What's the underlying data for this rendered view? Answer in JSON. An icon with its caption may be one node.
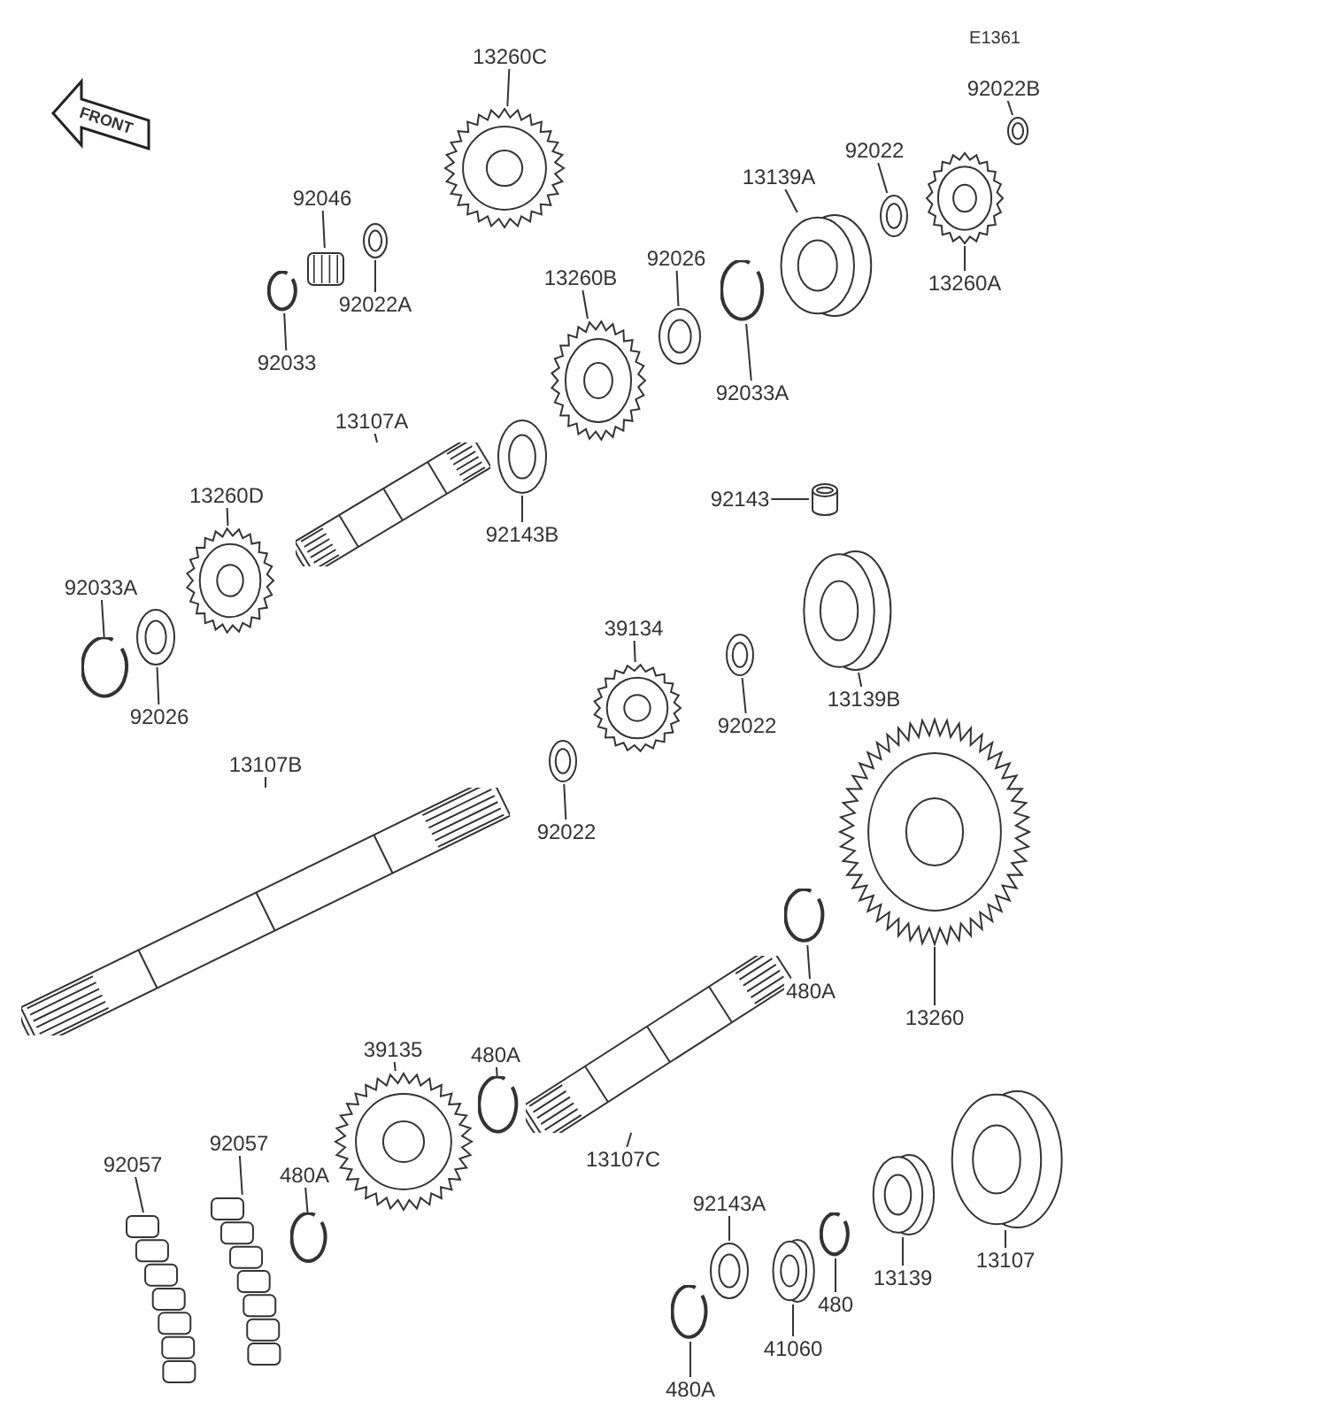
{
  "diagram": {
    "nodes": [
      {
        "text": [
          "13260C"
        ]
      },
      {
        "text": [],
        "shape": "picture"
      },
      {
        "text": [
          "92046"
        ]
      },
      {
        "text": [],
        "shape": "picture"
      },
      {
        "text": [
          "92022A"
        ]
      },
      {
        "text": [],
        "shape": "picture"
      },
      {
        "text": [
          "92033"
        ]
      },
      {
        "text": [],
        "shape": "picture"
      },
      {
        "text": [
          "92022B"
        ]
      },
      {
        "text": [],
        "shape": "picture"
      },
      {
        "text": [
          "92022"
        ]
      },
      {
        "text": [],
        "shape": "picture"
      },
      {
        "text": [
          "13139A"
        ]
      },
      {
        "text": [],
        "shape": "picture"
      },
      {
        "text": [
          "13260A"
        ]
      },
      {
        "text": [],
        "shape": "picture"
      },
      {
        "text": [
          "92026"
        ]
      },
      {
        "text": [],
        "shape": "picture"
      },
      {
        "text": [
          "13260B"
        ]
      },
      {
        "text": [],
        "shape": "picture"
      },
      {
        "text": [
          "92033A"
        ]
      },
      {
        "text": [],
        "shape": "picture"
      },
      {
        "text": [
          "13107A"
        ]
      },
      {
        "text": [],
        "shape": "picture"
      },
      {
        "text": [
          "92143B"
        ]
      },
      {
        "text": [],
        "shape": "picture"
      },
      {
        "text": [
          "13260D"
        ]
      },
      {
        "text": [],
        "shape": "picture"
      },
      {
        "text": [
          "92033A"
        ]
      },
      {
        "text": [],
        "shape": "picture"
      },
      {
        "text": [
          "92026"
        ]
      },
      {
        "text": [],
        "shape": "picture"
      },
      {
        "text": [
          "92143"
        ]
      },
      {
        "text": [],
        "shape": "cylinder"
      },
      {
        "text": [
          "13139B"
        ]
      },
      {
        "text": [],
        "shape": "picture"
      },
      {
        "text": [
          "39134"
        ]
      },
      {
        "text": [],
        "shape": "picture"
      },
      {
        "text": [
          "92022"
        ]
      },
      {
        "text": [],
        "shape": "picture"
      },
      {
        "text": [
          "92022"
        ]
      },
      {
        "text": [],
        "shape": "picture"
      },
      {
        "text": [
          "13107B"
        ]
      },
      {
        "text": [],
        "shape": "picture"
      },
      {
        "text": [
          "13260"
        ]
      },
      {
        "text": [],
        "shape": "picture"
      },
      {
        "text": [
          "480A"
        ]
      },
      {
        "text": [],
        "shape": "picture"
      },
      {
        "text": [
          "39135"
        ]
      },
      {
        "text": [],
        "shape": "picture"
      },
      {
        "text": [
          "480A"
        ]
      },
      {
        "text": [],
        "shape": "picture"
      },
      {
        "text": [
          "13107C"
        ]
      },
      {
        "text": [],
        "shape": "picture"
      },
      {
        "text": [
          "92057"
        ]
      },
      {
        "text": [],
        "shape": "picture"
      },
      {
        "text": [
          "92057"
        ]
      },
      {
        "text": [],
        "shape": "picture"
      },
      {
        "text": [
          "480A"
        ]
      },
      {
        "text": [],
        "shape": "picture"
      },
      {
        "text": [
          "92143A"
        ]
      },
      {
        "text": [],
        "shape": "picture"
      },
      {
        "text": [
          "41060"
        ]
      },
      {
        "text": [],
        "shape": "picture"
      },
      {
        "text": [
          "480"
        ]
      },
      {
        "text": [],
        "shape": "picture"
      },
      {
        "text": [
          "13139"
        ]
      },
      {
        "text": [],
        "shape": "picture"
      },
      {
        "text": [
          "13107"
        ]
      },
      {
        "text": [],
        "shape": "picture"
      },
      {
        "text": [
          "480A"
        ]
      },
      {
        "text": [],
        "shape": "picture"
      }
    ],
    "edges": [
      {
        "from": 0,
        "to": 1,
        "arrow": "none"
      },
      {
        "from": 2,
        "to": 3,
        "arrow": "none"
      },
      {
        "from": 4,
        "to": 5,
        "arrow": "none"
      },
      {
        "from": 6,
        "to": 7,
        "arrow": "none"
      },
      {
        "from": 8,
        "to": 9,
        "arrow": "none"
      },
      {
        "from": 10,
        "to": 11,
        "arrow": "none"
      },
      {
        "from": 12,
        "to": 13,
        "arrow": "none"
      },
      {
        "from": 14,
        "to": 15,
        "arrow": "none"
      },
      {
        "from": 16,
        "to": 17,
        "arrow": "none"
      },
      {
        "from": 18,
        "to": 19,
        "arrow": "none"
      },
      {
        "from": 20,
        "to": 21,
        "arrow": "none"
      },
      {
        "from": 22,
        "to": 23,
        "arrow": "none"
      },
      {
        "from": 24,
        "to": 25,
        "arrow": "none"
      },
      {
        "from": 26,
        "to": 27,
        "arrow": "none"
      },
      {
        "from": 28,
        "to": 29,
        "arrow": "none"
      },
      {
        "from": 30,
        "to": 31,
        "arrow": "none"
      },
      {
        "from": 32,
        "to": 33,
        "arrow": "none"
      },
      {
        "from": 34,
        "to": 35,
        "arrow": "none"
      },
      {
        "from": 36,
        "to": 37,
        "arrow": "none"
      },
      {
        "from": 38,
        "to": 39,
        "arrow": "none"
      },
      {
        "from": 40,
        "to": 41,
        "arrow": "none"
      },
      {
        "from": 42,
        "to": 43,
        "arrow": "none"
      },
      {
        "from": 44,
        "to": 45,
        "arrow": "none"
      },
      {
        "from": 46,
        "to": 47,
        "arrow": "none"
      },
      {
        "from": 48,
        "to": 49,
        "arrow": "none"
      },
      {
        "from": 50,
        "to": 51,
        "arrow": "none"
      },
      {
        "from": 52,
        "to": 53,
        "arrow": "none"
      },
      {
        "from": 54,
        "to": 55,
        "arrow": "none"
      },
      {
        "from": 56,
        "to": 57,
        "arrow": "none"
      },
      {
        "from": 58,
        "to": 59,
        "arrow": "none"
      },
      {
        "from": 60,
        "to": 61,
        "arrow": "none"
      },
      {
        "from": 62,
        "to": 63,
        "arrow": "none"
      },
      {
        "from": 64,
        "to": 65,
        "arrow": "none"
      },
      {
        "from": 66,
        "to": 67,
        "arrow": "none"
      },
      {
        "from": 68,
        "to": 69,
        "arrow": "none"
      },
      {
        "from": 70,
        "to": 71,
        "arrow": "none"
      }
    ],
    "labels": [
      "E1361",
      "FRONT"
    ]
  }
}
